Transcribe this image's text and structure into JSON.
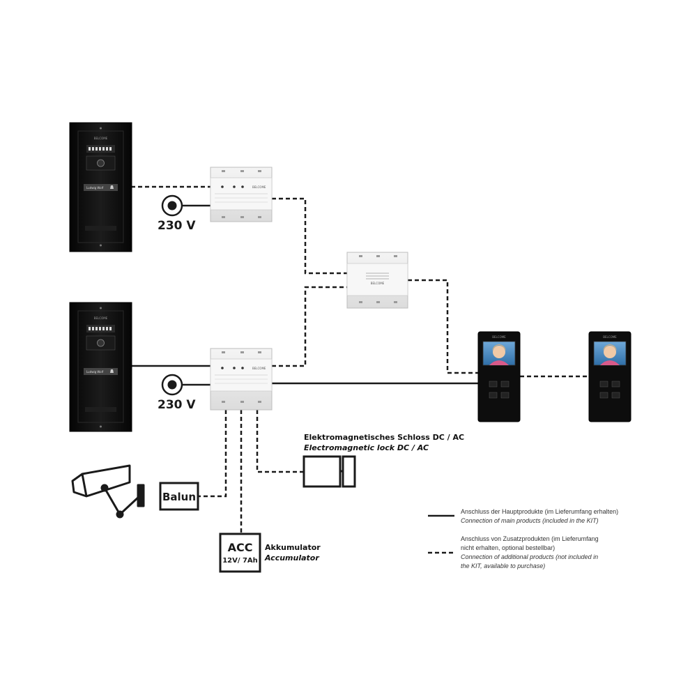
{
  "power": {
    "label_top": "230 V",
    "label_bottom": "230 V"
  },
  "balun": {
    "label": "Balun"
  },
  "accumulator": {
    "box_title": "ACC",
    "box_spec": "12V/ 7Ah",
    "label_de": "Akkumulator",
    "label_en": "Accumulator"
  },
  "lock": {
    "label_de": "Elektromagnetisches Schloss DC / AC",
    "label_en": "Electromagnetic lock DC / AC"
  },
  "doorstation": {
    "brand": "BELCOME",
    "name_plate": "Ludwig Wolf"
  },
  "legend": {
    "solid_de": "Anschluss der Hauptprodukte (im Lieferumfang erhalten)",
    "solid_en": "Connection of main products (included in the KIT)",
    "dashed_de_1": "Anschluss von Zusatzprodukten (im Lieferumfang",
    "dashed_de_2": "nicht erhalten, optional bestellbar)",
    "dashed_en_1": "Connection of additional products (not included in",
    "dashed_en_2": "the KIT, available to purchase)"
  },
  "colors": {
    "line": "#1a1a1a",
    "device_black": "#0d0d0d",
    "module_grey": "#e9e9e9",
    "screen_blue": "#4a8fc8"
  }
}
